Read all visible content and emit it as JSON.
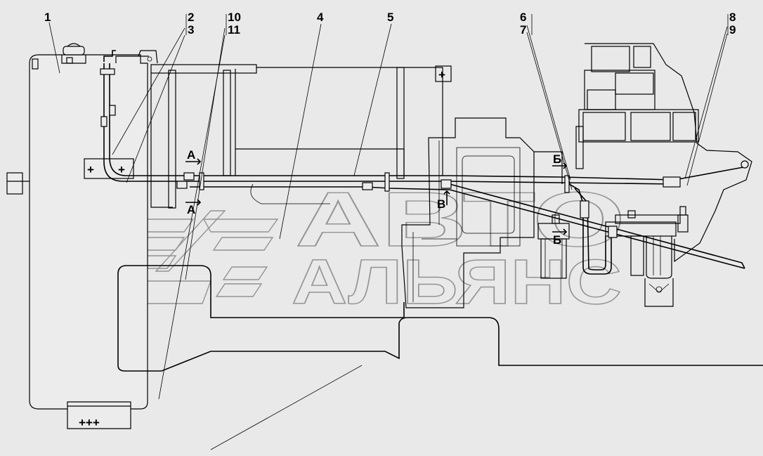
{
  "callouts": {
    "n1": "1",
    "n2": "2",
    "n3": "3",
    "n4": "4",
    "n5": "5",
    "n6": "6",
    "n7": "7",
    "n8": "8",
    "n9": "9",
    "n10": "10",
    "n11": "11"
  },
  "sections": {
    "a": "А",
    "b": "Б",
    "v": "В"
  },
  "plus_marks": {
    "tank_left": "+",
    "tank_right": "+",
    "frame": "+",
    "bottom": "+++"
  },
  "watermark": {
    "line1": "АВТО",
    "line2": "АЛЬЯНС"
  },
  "colors": {
    "background": "#e9e9e9",
    "ink": "#000000",
    "watermark": "#8a8a8a"
  }
}
